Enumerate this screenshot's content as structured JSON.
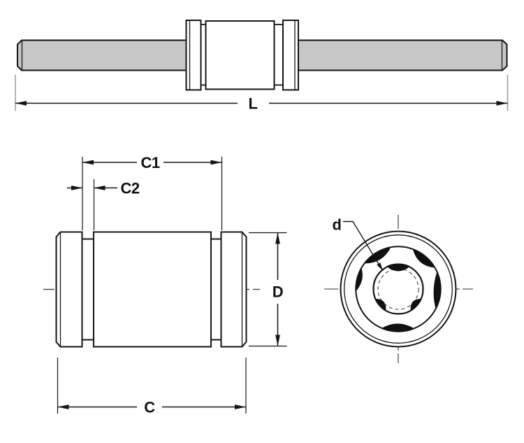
{
  "figure": {
    "type": "technical-drawing",
    "subject": "linear ball bearing mounted on shaft, three dimensioned views"
  },
  "dimensions": {
    "overall_length": "L",
    "groove_span": "C1",
    "groove_width": "C2",
    "outer_diameter": "D",
    "bearing_length": "C",
    "bore_diameter": "d"
  },
  "colors": {
    "line": "#141414",
    "shaft_fill": "#c7c7c7",
    "extension_gray": "#9a9a9a",
    "background": "#ffffff"
  },
  "end_view": {
    "lobes_outer": [
      {
        "a1": 100,
        "a2": 143,
        "t": 9
      },
      {
        "a1": 30,
        "a2": 70,
        "t": 9
      },
      {
        "a1": -28,
        "a2": 24,
        "t": 7
      },
      {
        "a1": 247,
        "a2": 292,
        "t": 9
      },
      {
        "a1": 150,
        "a2": 183,
        "t": 6
      }
    ],
    "lobes_bore": [
      {
        "a1": 63,
        "a2": 117,
        "t": 8
      },
      {
        "a1": 203,
        "a2": 240,
        "t": 7
      },
      {
        "a1": 300,
        "a2": 337,
        "t": 7
      }
    ]
  }
}
